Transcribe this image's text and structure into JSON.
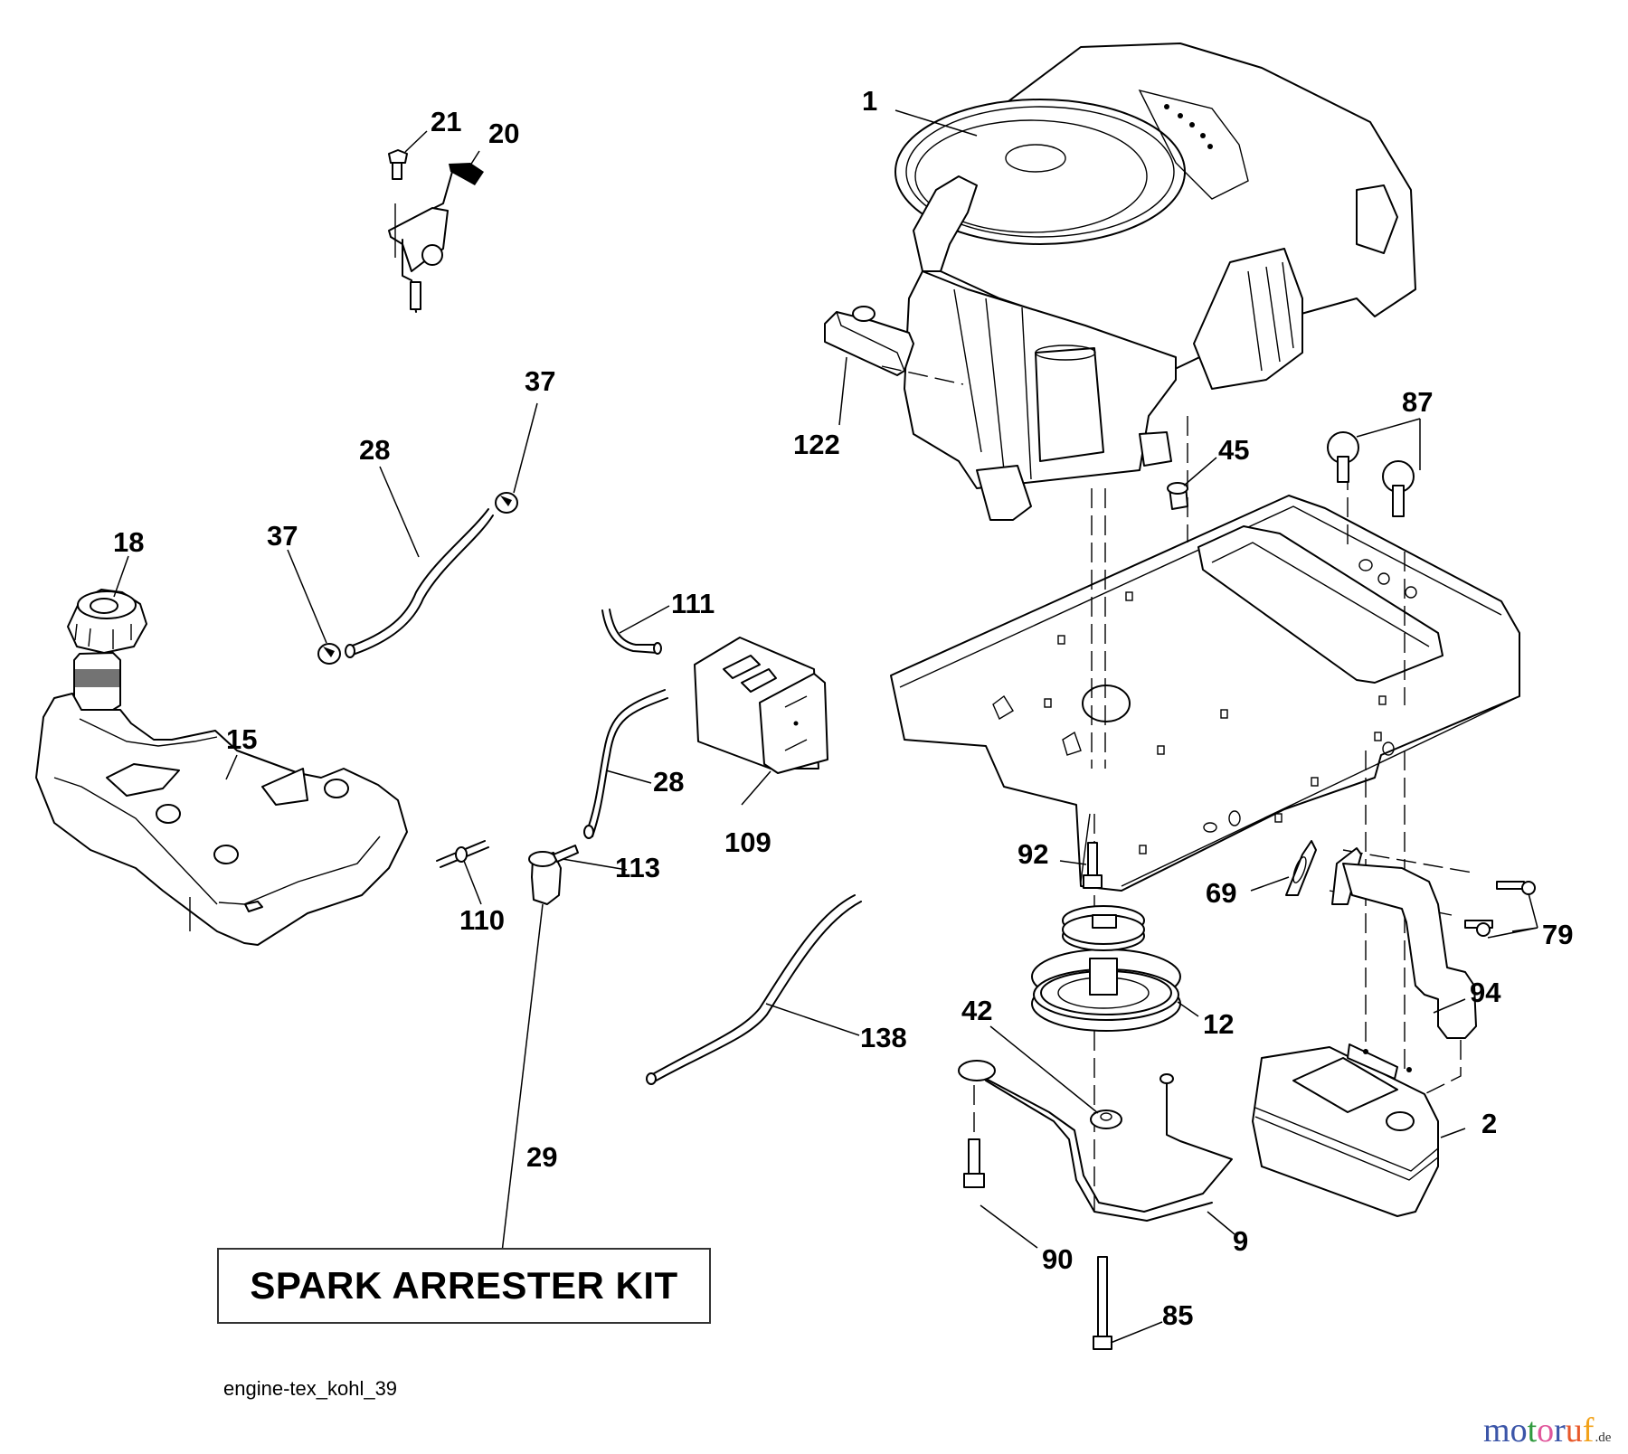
{
  "diagram": {
    "title": "Engine parts exploded diagram",
    "drawing_id": "engine-tex_kohl_39",
    "kit_box_label": "SPARK ARRESTER KIT",
    "callouts": {
      "c1": "1",
      "c2": "2",
      "c9": "9",
      "c12": "12",
      "c15": "15",
      "c18": "18",
      "c20": "20",
      "c21": "21",
      "c28a": "28",
      "c28b": "28",
      "c29": "29",
      "c37a": "37",
      "c37b": "37",
      "c42": "42",
      "c45": "45",
      "c69": "69",
      "c79": "79",
      "c85": "85",
      "c87": "87",
      "c90": "90",
      "c92": "92",
      "c94": "94",
      "c109": "109",
      "c110": "110",
      "c111": "111",
      "c113": "113",
      "c122": "122",
      "c138": "138"
    },
    "parts": [
      {
        "ref": "1",
        "name": "engine"
      },
      {
        "ref": "2",
        "name": "muffler"
      },
      {
        "ref": "9",
        "name": "bracket-rod"
      },
      {
        "ref": "12",
        "name": "pulley"
      },
      {
        "ref": "15",
        "name": "fuel-tank"
      },
      {
        "ref": "18",
        "name": "fuel-cap"
      },
      {
        "ref": "20",
        "name": "throttle-control"
      },
      {
        "ref": "21",
        "name": "bolt"
      },
      {
        "ref": "28",
        "name": "fuel-hose"
      },
      {
        "ref": "29",
        "name": "spark-arrester-kit"
      },
      {
        "ref": "37",
        "name": "hose-clamp"
      },
      {
        "ref": "42",
        "name": "washer"
      },
      {
        "ref": "45",
        "name": "nut"
      },
      {
        "ref": "69",
        "name": "gasket"
      },
      {
        "ref": "79",
        "name": "screw"
      },
      {
        "ref": "85",
        "name": "bolt"
      },
      {
        "ref": "87",
        "name": "flange-bolt"
      },
      {
        "ref": "90",
        "name": "bolt"
      },
      {
        "ref": "92",
        "name": "bolt"
      },
      {
        "ref": "94",
        "name": "exhaust-pipe"
      },
      {
        "ref": "109",
        "name": "fuel-filter-canister"
      },
      {
        "ref": "110",
        "name": "fuel-connector"
      },
      {
        "ref": "111",
        "name": "hose"
      },
      {
        "ref": "113",
        "name": "fuel-valve"
      },
      {
        "ref": "122",
        "name": "bracket"
      },
      {
        "ref": "138",
        "name": "rod"
      }
    ]
  },
  "watermark": {
    "letters": [
      "m",
      "o",
      "t",
      "o",
      "r",
      "u",
      "f"
    ],
    "colors": [
      "#3b55a8",
      "#3b55a8",
      "#2f9a3e",
      "#e0569b",
      "#3b55a8",
      "#e8592b",
      "#f2a21a"
    ],
    "tld": ".de"
  }
}
